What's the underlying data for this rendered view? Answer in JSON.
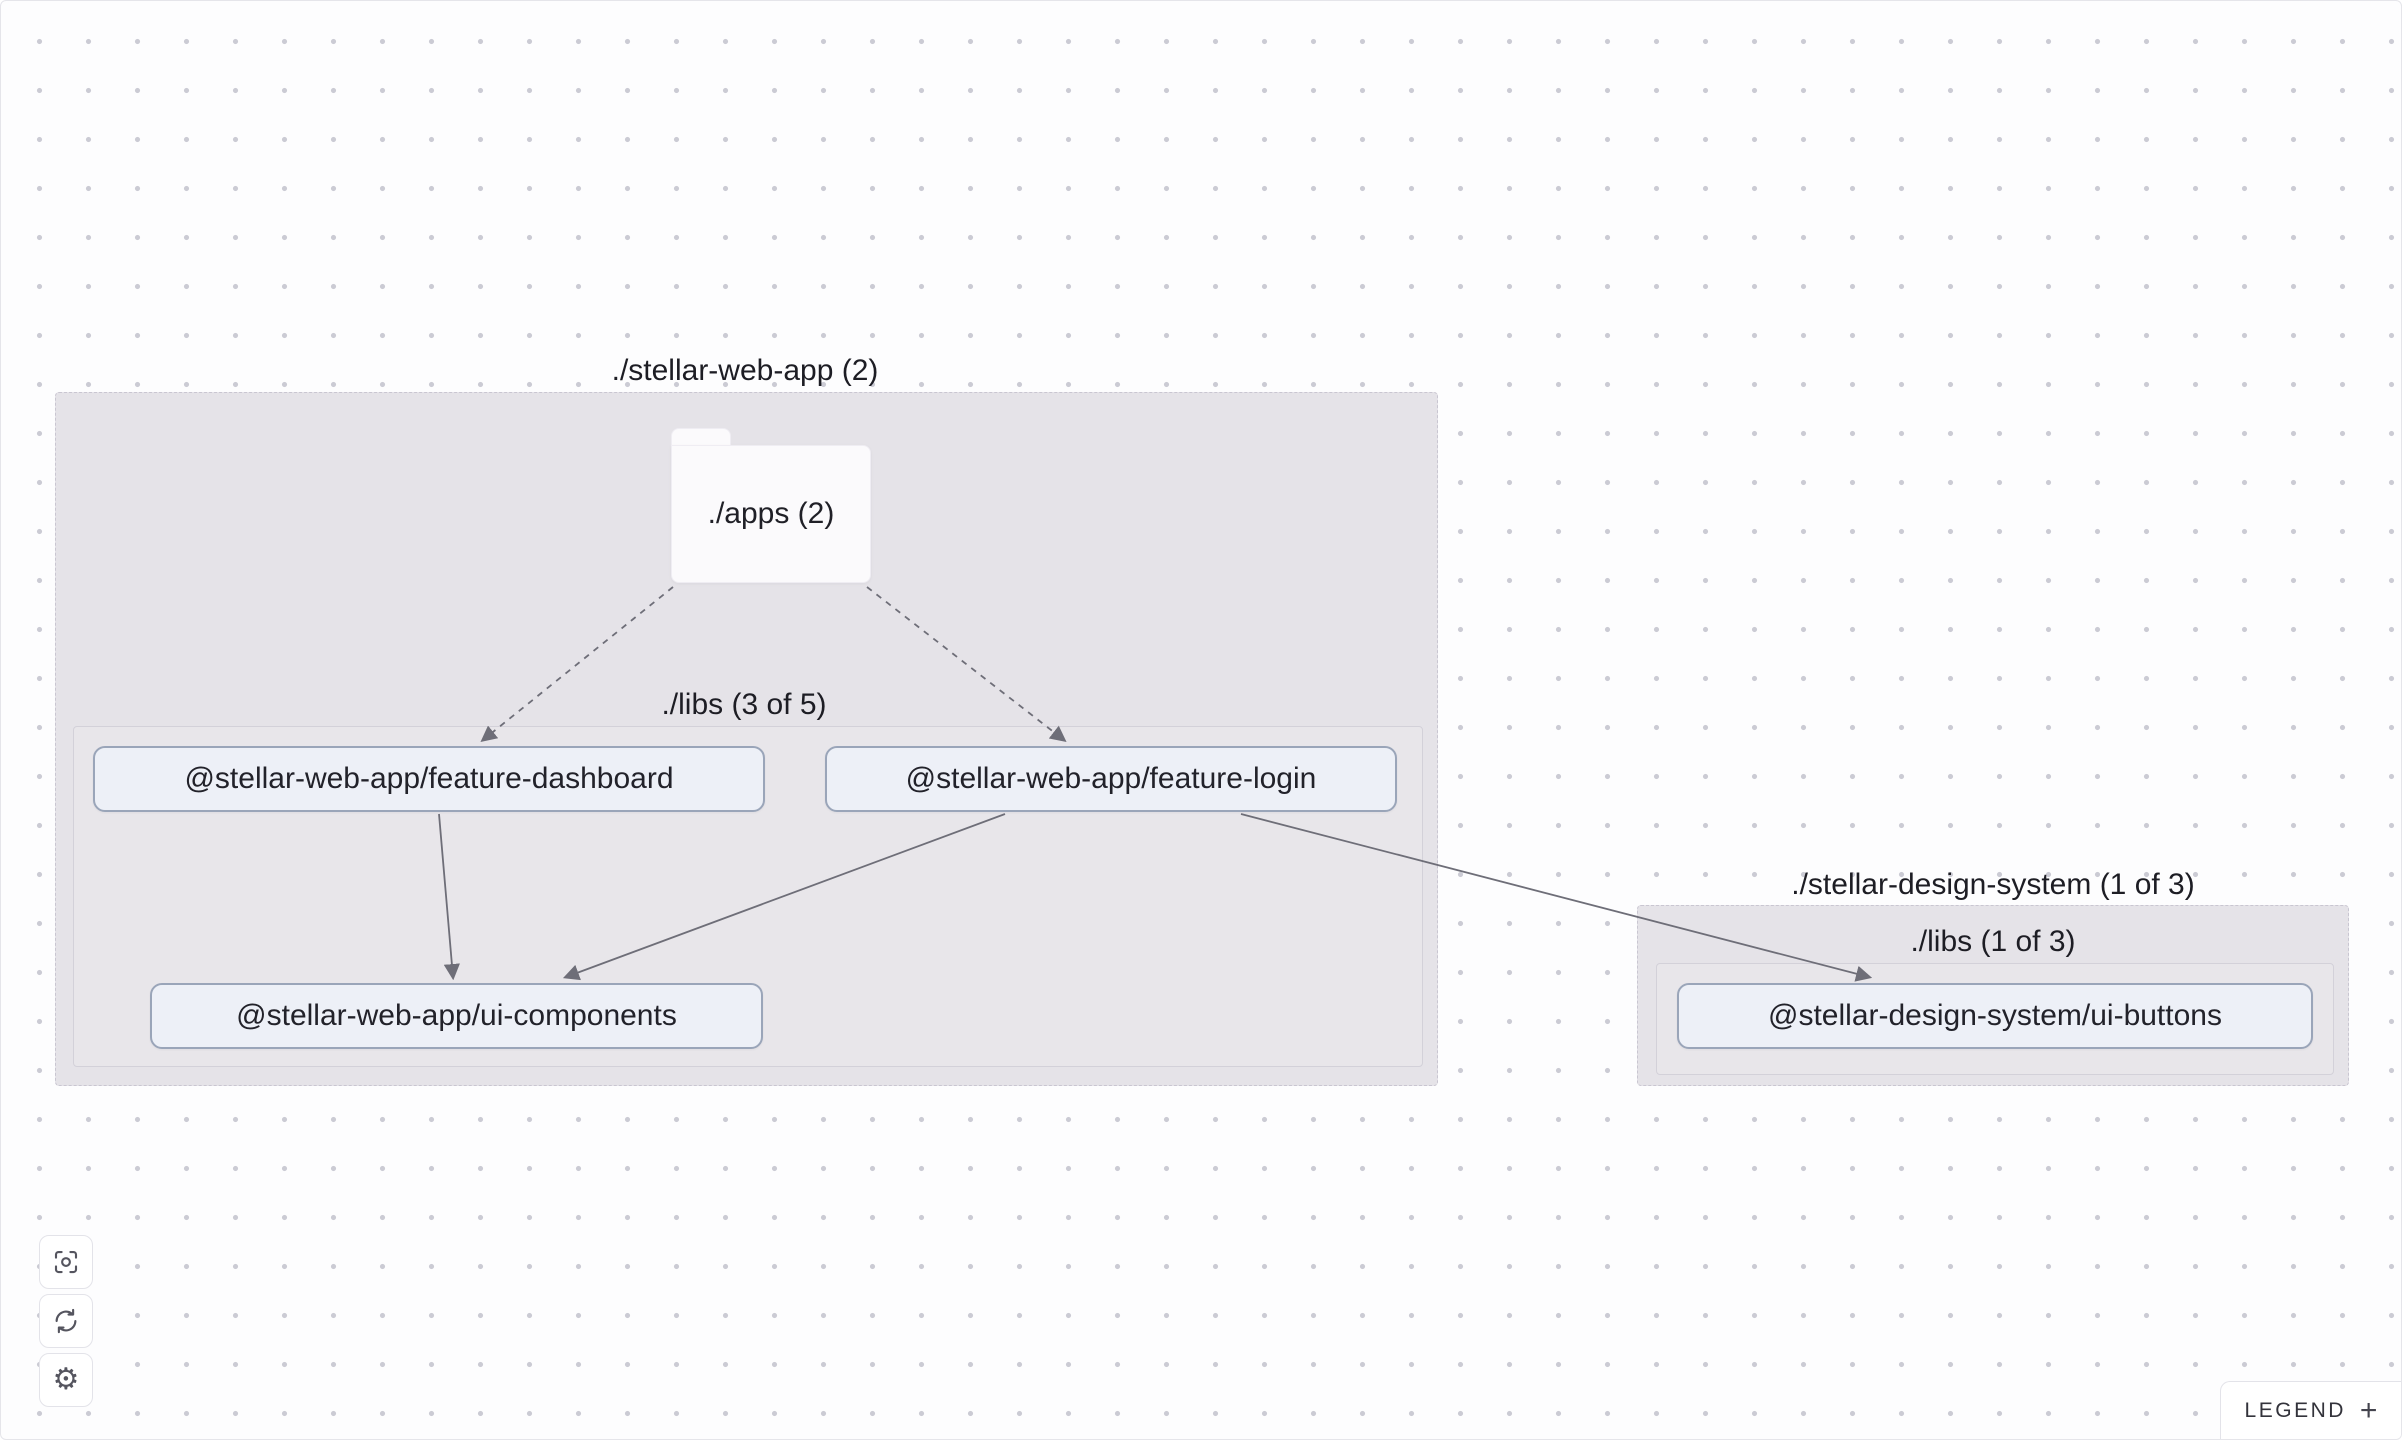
{
  "graph": {
    "web_app_group": {
      "label": "./stellar-web-app (2)",
      "apps_folder_label": "./apps (2)",
      "libs_group_label": "./libs (3 of 5)",
      "nodes": {
        "feature_dashboard": "@stellar-web-app/feature-dashboard",
        "feature_login": "@stellar-web-app/feature-login",
        "ui_components": "@stellar-web-app/ui-components"
      }
    },
    "design_system_group": {
      "label": "./stellar-design-system (1 of 3)",
      "libs_group_label": "./libs (1 of 3)",
      "nodes": {
        "ui_buttons": "@stellar-design-system/ui-buttons"
      }
    },
    "edges": [
      {
        "from": "./apps (2)",
        "to": "@stellar-web-app/feature-dashboard",
        "style": "dashed"
      },
      {
        "from": "./apps (2)",
        "to": "@stellar-web-app/feature-login",
        "style": "dashed"
      },
      {
        "from": "@stellar-web-app/feature-dashboard",
        "to": "@stellar-web-app/ui-components",
        "style": "solid"
      },
      {
        "from": "@stellar-web-app/feature-login",
        "to": "@stellar-web-app/ui-components",
        "style": "solid"
      },
      {
        "from": "@stellar-web-app/feature-login",
        "to": "@stellar-design-system/ui-buttons",
        "style": "solid"
      }
    ]
  },
  "toolbar": {
    "buttons": [
      {
        "name": "focus-reset",
        "icon": "scan-focus-icon"
      },
      {
        "name": "refresh",
        "icon": "refresh-icon"
      },
      {
        "name": "settings",
        "icon": "gear-icon"
      }
    ],
    "settings_icon_glyph": "⚙"
  },
  "legend": {
    "label": "LEGEND",
    "expand_symbol": "+"
  },
  "colors": {
    "group_fill": "#e5e3e8",
    "node_fill": "#edf0f7",
    "node_border": "#9aa5b9",
    "edge": "#6e6e78",
    "background": "#fdfdfe",
    "dot": "#cbcbd4"
  }
}
